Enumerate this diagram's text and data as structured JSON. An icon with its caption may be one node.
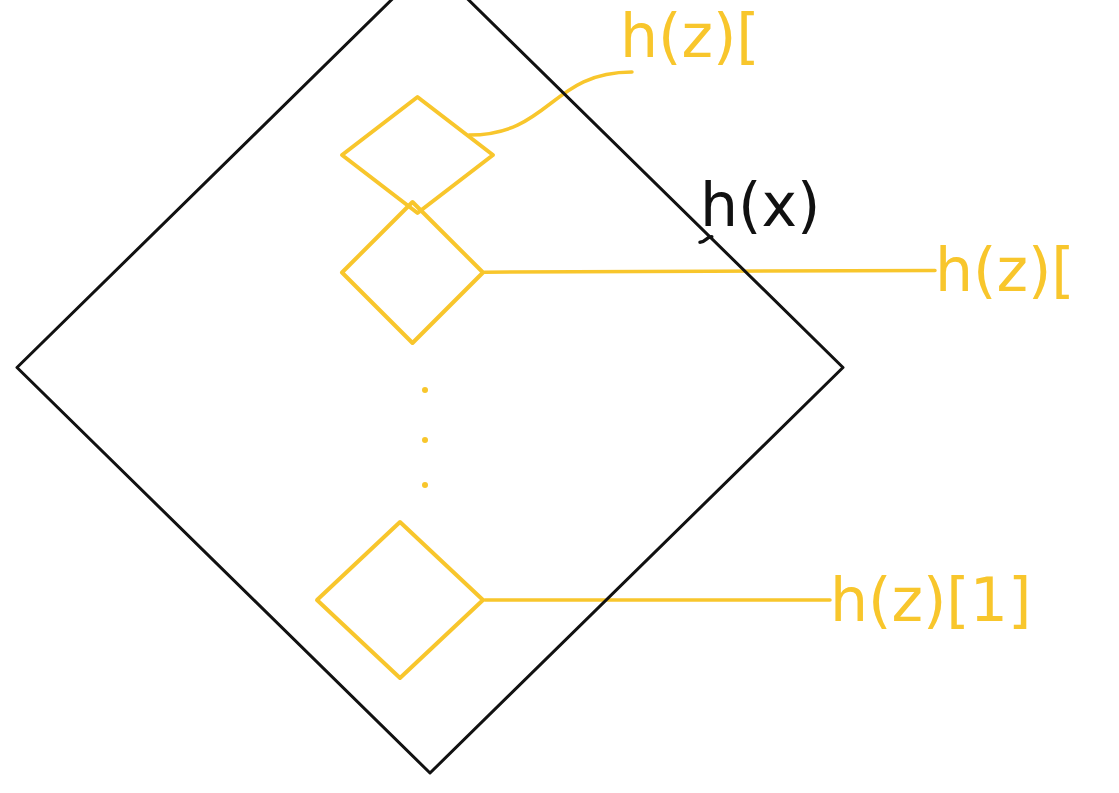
{
  "diagram": {
    "nodes": [
      {
        "text": [],
        "shape": "diamond"
      },
      {
        "text": [],
        "shape": "diamond",
        "in": 0
      },
      {
        "text": [],
        "shape": "diamond",
        "in": 0
      },
      {
        "text": [],
        "shape": "diamond",
        "in": 0
      },
      {
        "text": [
          "h(z)["
        ]
      },
      {
        "text": [
          "h(x)"
        ]
      },
      {
        "text": [
          "h(z)["
        ]
      },
      {
        "text": [
          "h(z)[1]"
        ]
      }
    ],
    "edges": [
      {
        "from": 4,
        "to": 1,
        "arrow": "none"
      },
      {
        "from": 5,
        "to": 0,
        "arrow": "none",
        "color": "#111111"
      },
      {
        "from": 6,
        "to": 2,
        "arrow": "none"
      },
      {
        "from": 7,
        "to": 3,
        "arrow": "none"
      }
    ]
  }
}
